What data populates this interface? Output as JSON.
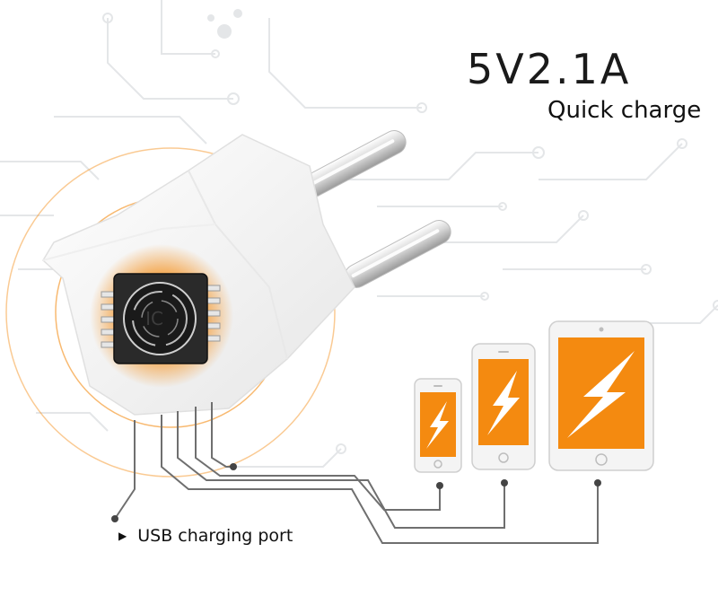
{
  "headline": "5V2.1A",
  "subline": "Quick charge",
  "port_label": "USB charging port",
  "chip_marking": "IC",
  "colors": {
    "accent_orange": "#f48a10",
    "wire_gray": "#6f6f6f",
    "circuit_gray": "#e4e6e8",
    "device_frame": "#f4f4f4"
  },
  "icons": [
    "lightning-bolt-icon",
    "arrow-right-icon"
  ]
}
